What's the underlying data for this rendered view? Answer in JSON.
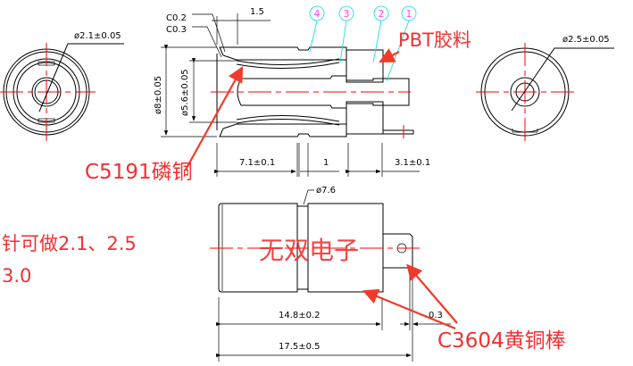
{
  "end_view_left": {
    "diameter_label": "ø2.1±0.05"
  },
  "end_view_right": {
    "diameter_label": "ø2.5±0.05"
  },
  "section_view": {
    "chamfer_1": "C0.2",
    "chamfer_2": "C0.3",
    "dim_top": "1.5",
    "dim_outer_dia": "ø8±0.05",
    "dim_inner_dia": "ø5.6±0.05",
    "dims_bottom": [
      "7.1±0.1",
      "1",
      "3.1±0.1"
    ],
    "callouts": [
      "4",
      "3",
      "2",
      "1"
    ]
  },
  "side_view": {
    "groove_dia": "ø7.6",
    "dim_body": "14.8±0.2",
    "dim_pin": "0.3",
    "dim_total": "17.5±0.5",
    "watermark": "无双电子"
  },
  "annotations": {
    "pbt": "PBT胶料",
    "phosphor_bronze": "C5191磷铜",
    "pin_options_line1": "针可做2.1、2.5",
    "pin_options_line2": "3.0",
    "brass": "C3604黄铜棒"
  },
  "colors": {
    "annotation": "#f23030",
    "callout_circle": "#00e5e5",
    "callout_number": "#ff44ff",
    "centerline": "#ff0000"
  }
}
